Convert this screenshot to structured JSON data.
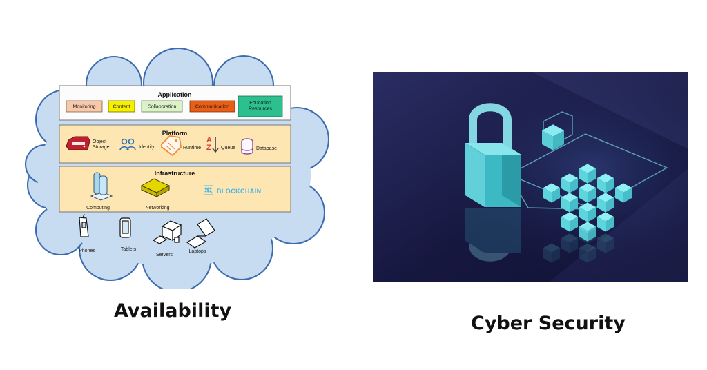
{
  "colors": {
    "page_background": "#ffffff",
    "cloud_fill": "#c7dcf0",
    "cloud_stroke": "#3d6baf",
    "layer_fill": "#fde6b2",
    "application_layer_fill": "#fcfcfc",
    "monitoring_fill": "#f7c9a8",
    "content_fill": "#f6f000",
    "collaboration_fill": "#dbf2c6",
    "communication_fill": "#ea5d14",
    "education_fill": "#2bc08e",
    "blockchain_blue": "#46b6e8",
    "storage_red": "#c0202d",
    "runtime_orange": "#f08a35",
    "queue_red": "#d13f39",
    "database_purple": "#8e4d96",
    "cyber_bg": "#16173f",
    "cyber_accent": "#7de5eb"
  },
  "diagram": {
    "application": {
      "title": "Application",
      "boxes": [
        {
          "label": "Monitoring",
          "lines": [
            "Monitoring"
          ]
        },
        {
          "label": "Content",
          "lines": [
            "Content"
          ]
        },
        {
          "label": "Collaboration",
          "lines": [
            "Collaboration"
          ]
        },
        {
          "label": "Communication",
          "lines": [
            "Communication"
          ]
        },
        {
          "label": "Education Resources",
          "lines": [
            "Education",
            "Resources"
          ]
        }
      ]
    },
    "platform": {
      "title": "Platform",
      "items": [
        {
          "label": "Object Storage",
          "lines": [
            "Object",
            "Storage"
          ],
          "icon": "server-icon"
        },
        {
          "label": "Identity",
          "lines": [
            "Identity"
          ],
          "icon": "people-icon"
        },
        {
          "label": "Runtime",
          "lines": [
            "Runtime"
          ],
          "icon": "tag-icon"
        },
        {
          "label": "Queue",
          "lines": [
            "Queue"
          ],
          "icon": "az-sort-icon"
        },
        {
          "label": "Database",
          "lines": [
            "Database"
          ],
          "icon": "database-icon"
        }
      ]
    },
    "infrastructure": {
      "title": "Infrastructure",
      "items": [
        {
          "label": "Computing",
          "icon": "computer-tower-icon"
        },
        {
          "label": "Networking",
          "icon": "network-box-icon"
        },
        {
          "label": "BLOCKCHAIN",
          "icon": "blockchain-logo-icon"
        }
      ]
    },
    "devices": [
      {
        "label": "Phones",
        "icon": "phone-icon"
      },
      {
        "label": "Tablets",
        "icon": "tablet-icon"
      },
      {
        "label": "Servers",
        "icon": "server-desktop-icon"
      },
      {
        "label": "Laptops",
        "icon": "laptop-icon"
      }
    ]
  },
  "captions": {
    "availability": "Availability",
    "cyber_security": "Cyber Security"
  },
  "cyber_security_illustration": {
    "icons": [
      "padlock-icon",
      "single-cube-icon",
      "cube-cluster-icon"
    ]
  }
}
